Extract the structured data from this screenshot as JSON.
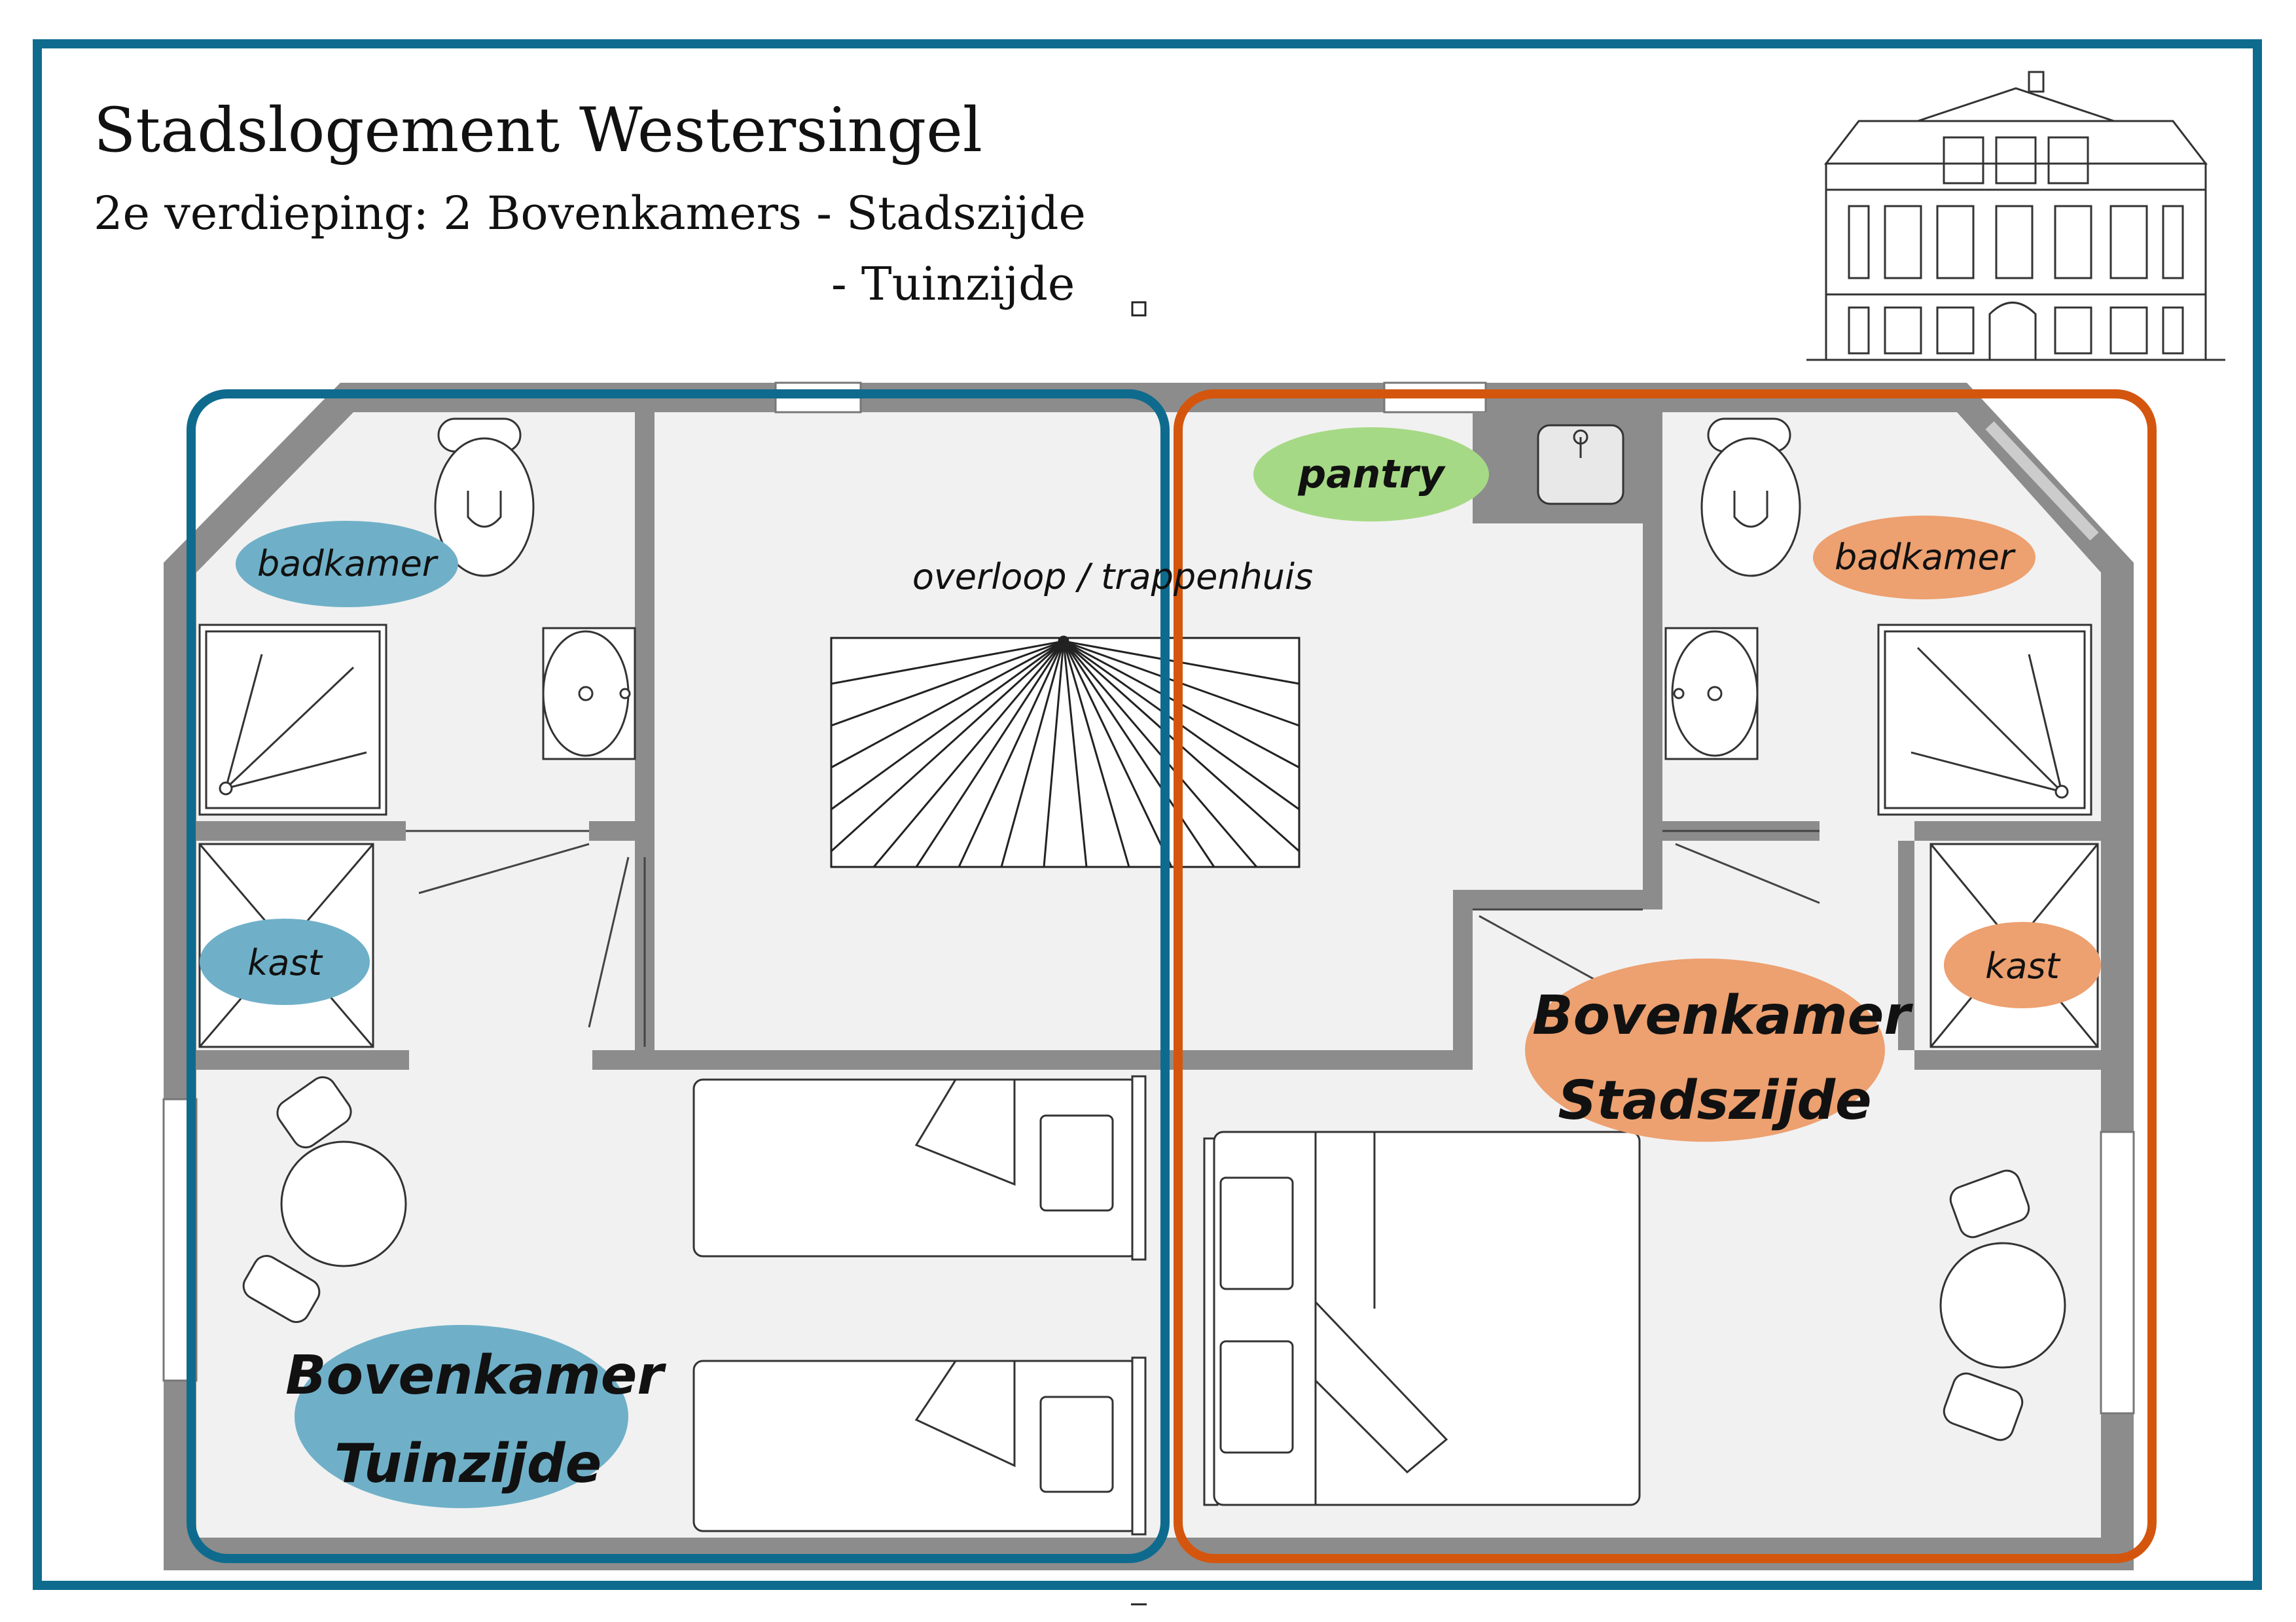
{
  "header": {
    "title": "Stadslogement Westersingel",
    "subtitle_line1": "2e verdieping: 2 Bovenkamers - Stadszijde",
    "subtitle_line2": "- Tuinzijde"
  },
  "labels": {
    "badkamer_left": "badkamer",
    "kast_left": "kast",
    "overloop": "overloop / trappenhuis",
    "pantry": "pantry",
    "badkamer_right": "badkamer",
    "kast_right": "kast",
    "room_tuin_line1": "Bovenkamer",
    "room_tuin_line2": "Tuinzijde",
    "room_stad_line1": "Bovenkamer",
    "room_stad_line2": "Stadszijde"
  },
  "colors": {
    "frame": "#0f6b8e",
    "tuinzijde_outline": "#0f6b8e",
    "stadszijde_outline": "#d4560e",
    "tuinzijde_label_fill": "#6fb0c8",
    "stadszijde_label_fill": "#eda070",
    "pantry_fill": "#a6d985",
    "wall": "#8c8c8c",
    "floor": "#f1f1f1"
  },
  "icons": [
    "building-facade-icon",
    "stair-icon",
    "toilet-icon",
    "sink-icon",
    "shower-icon",
    "bed-icon",
    "table-icon",
    "chair-icon"
  ]
}
